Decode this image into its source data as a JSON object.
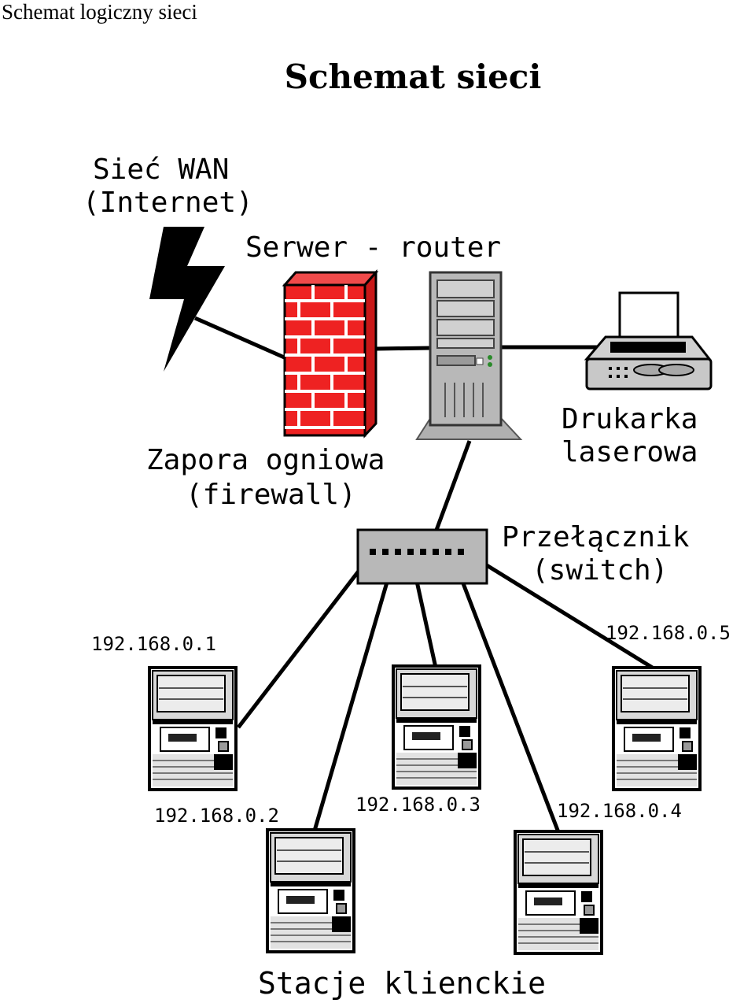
{
  "page": {
    "header": "Schemat logiczny sieci"
  },
  "diagram": {
    "title": "Schemat sieci",
    "wan": {
      "line1": "Sieć WAN",
      "line2": "(Internet)",
      "icon": "lightning-icon"
    },
    "server": {
      "label": "Serwer - router",
      "icon": "server-tower-icon"
    },
    "firewall": {
      "line1": "Zapora ogniowa",
      "line2": "(firewall)",
      "icon": "brick-wall-icon"
    },
    "printer": {
      "line1": "Drukarka",
      "line2": "laserowa",
      "icon": "printer-icon"
    },
    "switch": {
      "line1": "Przełącznik",
      "line2": "(switch)",
      "icon": "switch-icon"
    },
    "clients": [
      {
        "ip": "192.168.0.1"
      },
      {
        "ip": "192.168.0.2"
      },
      {
        "ip": "192.168.0.3"
      },
      {
        "ip": "192.168.0.4"
      },
      {
        "ip": "192.168.0.5"
      }
    ],
    "clients_label": "Stacje klienckie",
    "colors": {
      "firewall": "#ee2222",
      "device_gray": "#b8b8b8",
      "line": "#000000"
    }
  }
}
